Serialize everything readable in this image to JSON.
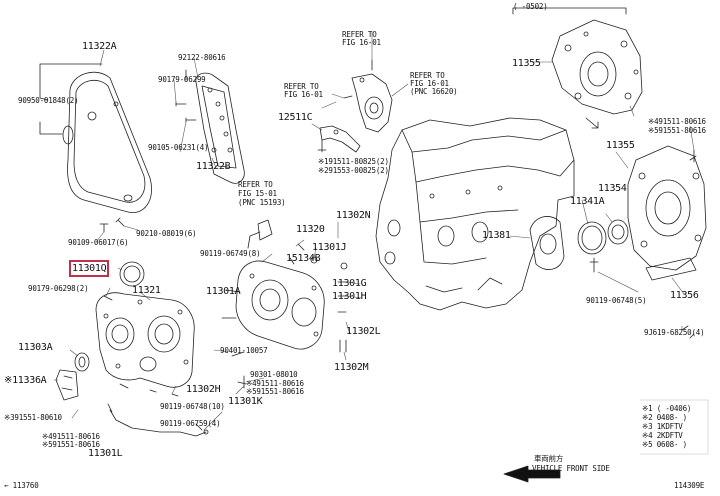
{
  "date_range": "( -0502)",
  "parts": {
    "p11322A": "11322A",
    "p90950": "90950-01848(2)",
    "p90179a": "90179-06299",
    "p92122": "92122-80616",
    "p90105": "90105-06231(4)",
    "p11322B": "11322B",
    "p90109": "90109-06017(6)",
    "p90210": "90210-08019(6)",
    "p11301Q": "11301Q",
    "p90179b": "90179-06298(2)",
    "p11321": "11321",
    "p11303A": "11303A",
    "p11336A": "※11336A",
    "p391551a": "※391551-80610",
    "p491511a": "※491511-80616",
    "p591551a": "※591551-80616",
    "p11301L": "11301L",
    "p11302H": "11302H",
    "p90119a": "90119-06748(10)",
    "p90119b": "90119-06759(4)",
    "p11301K": "11301K",
    "p90301": "90301-08010",
    "p491511b": "※491511-80616",
    "p591551b": "※591551-80616",
    "p90401": "90401-10057",
    "p11302M": "11302M",
    "p11302L": "11302L",
    "p11301H": "11301H",
    "p11301G": "11301G",
    "p11301A": "11301A",
    "p90119c": "90119-06749(8)",
    "p15134B": "15134B",
    "p11301J": "11301J",
    "p11320": "11320",
    "p11302N": "11302N",
    "p12511C": "12511C",
    "p191511": "※191511-80825(2)",
    "p291553": "※291553-00825(2)",
    "p11381": "11381",
    "p11341A": "11341A",
    "p11354": "11354",
    "p11355a": "11355",
    "p11355b": "11355",
    "p491511c": "※491511-80616",
    "p591551c": "※591551-80616",
    "p11356": "11356",
    "p90119d": "90119-06748(5)",
    "p9j619": "9J619-68250(4)"
  },
  "refs": {
    "r1_line1": "REFER TO",
    "r1_line2": "FIG 16-01",
    "r2_line1": "REFER TO",
    "r2_line2": "FIG 16-01",
    "r3_line1": "REFER TO",
    "r3_line2": "FIG 16-01",
    "r3_line3": "(PNC 16620)",
    "r4_line1": "REFER TO",
    "r4_line2": "FIG 15-01",
    "r4_line3": "(PNC 15193)"
  },
  "notes": {
    "n1": "※1 (  -0406)",
    "n2": "※2 0408-  )",
    "n3": "※3 1KDFTV",
    "n4": "※4 2KDFTV",
    "n5": "※5 0608-  )"
  },
  "footer": {
    "arrow_label_cn": "車両前方",
    "arrow_label_en": "VEHICLE FRONT SIDE",
    "left_code": "← 113760",
    "right_code": "114309E"
  }
}
